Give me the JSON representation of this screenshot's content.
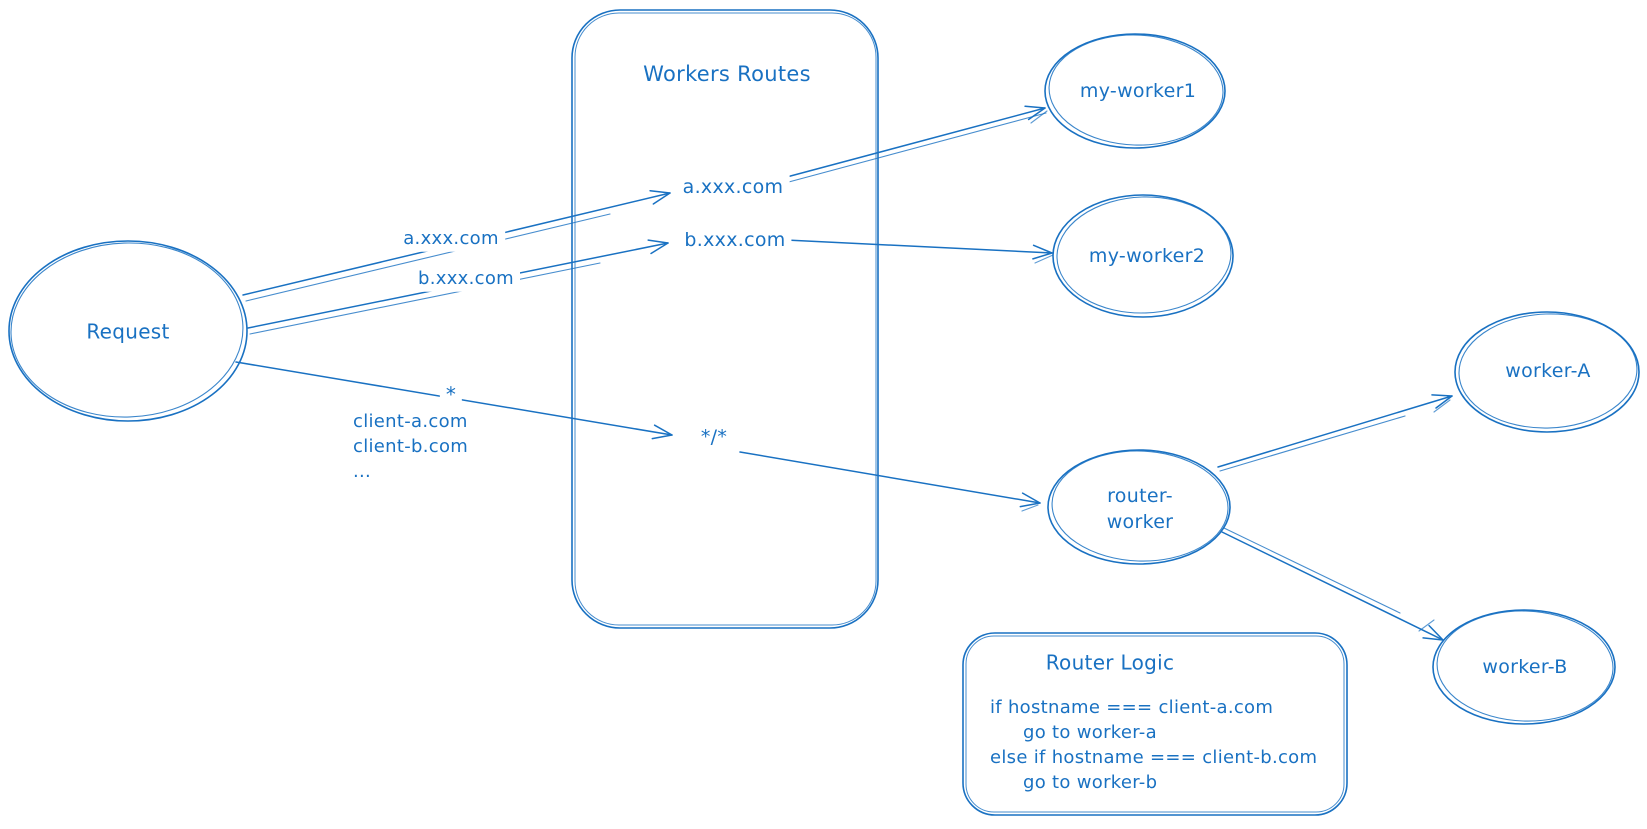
{
  "meta": {
    "background_color": "#ffffff",
    "ink_color": "#1971c2",
    "style": "hand-drawn sketch diagram"
  },
  "nodes": {
    "request": {
      "label": "Request"
    },
    "my_worker1": {
      "label": "my-worker1"
    },
    "my_worker2": {
      "label": "my-worker2"
    },
    "router_worker": {
      "line1": "router-",
      "line2": "worker"
    },
    "worker_a": {
      "label": "worker-A"
    },
    "worker_b": {
      "label": "worker-B"
    }
  },
  "workers_routes_box": {
    "title": "Workers Routes",
    "routes": {
      "a": "a.xxx.com",
      "b": "b.xxx.com",
      "wildcard": "*/*"
    }
  },
  "edge_labels": {
    "hostname_a": "a.xxx.com",
    "hostname_b": "b.xxx.com",
    "wildcard_star": "*",
    "client_hosts": [
      "client-a.com",
      "client-b.com",
      "..."
    ]
  },
  "router_logic_box": {
    "title": "Router Logic",
    "code_lines": [
      "if hostname === client-a.com",
      "go to worker-a",
      "else if hostname === client-b.com",
      "go to worker-b"
    ]
  }
}
